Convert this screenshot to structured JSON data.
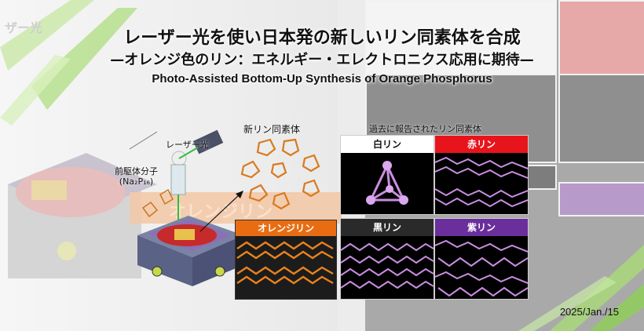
{
  "title": "レーザー光を使い日本発の新しいリン同素体を合成",
  "subtitle": "—オレンジ色のリン：エネルギー・エレクトロニクス応用に期待—",
  "english_title": "Photo-Assisted Bottom-Up Synthesis of Orange Phosphorus",
  "diagram": {
    "new_allotrope_label": "新リン同素体",
    "laser_label": "レーザー光",
    "precursor_label": "前駆体分子",
    "precursor_formula": "(Na₂P₁₆)",
    "orange_label": "オレンジリン"
  },
  "past": {
    "heading": "過去に報告されたリン同素体",
    "allotropes": [
      {
        "label": "白リン",
        "header_bg": "#ffffff",
        "header_fg": "#111111"
      },
      {
        "label": "赤リン",
        "header_bg": "#e8141b",
        "header_fg": "#ffffff"
      },
      {
        "label": "黒リン",
        "header_bg": "#2a2a2a",
        "header_fg": "#ffffff"
      },
      {
        "label": "紫リン",
        "header_bg": "#6a2f9c",
        "header_fg": "#ffffff"
      }
    ]
  },
  "background_labels": {
    "top_left": "ザー光",
    "mid": "オレンジリン"
  },
  "date": "2025/Jan./15",
  "colors": {
    "orange": "#e86d12",
    "violet": "#c98ee0",
    "laser_green": "#2fbf3a"
  }
}
